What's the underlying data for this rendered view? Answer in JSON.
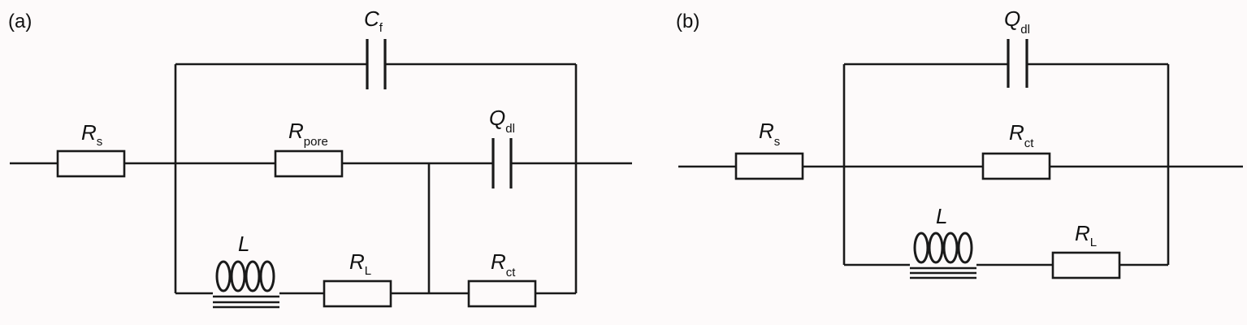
{
  "panels": {
    "a": {
      "tag": "(a)",
      "Cf": {
        "main": "C",
        "sub": "f"
      },
      "Rs": {
        "main": "R",
        "sub": "s"
      },
      "Rpore": {
        "main": "R",
        "sub": "pore"
      },
      "Qdl": {
        "main": "Q",
        "sub": "dl"
      },
      "L": {
        "main": "L"
      },
      "RL": {
        "main": "R",
        "sub": "L"
      },
      "Rct": {
        "main": "R",
        "sub": "ct"
      }
    },
    "b": {
      "tag": "(b)",
      "Qdl": {
        "main": "Q",
        "sub": "dl"
      },
      "Rs": {
        "main": "R",
        "sub": "s"
      },
      "Rct": {
        "main": "R",
        "sub": "ct"
      },
      "L": {
        "main": "L"
      },
      "RL": {
        "main": "R",
        "sub": "L"
      }
    }
  },
  "colors": {
    "line": "#1a1a1a",
    "background": "#fdfafa"
  }
}
